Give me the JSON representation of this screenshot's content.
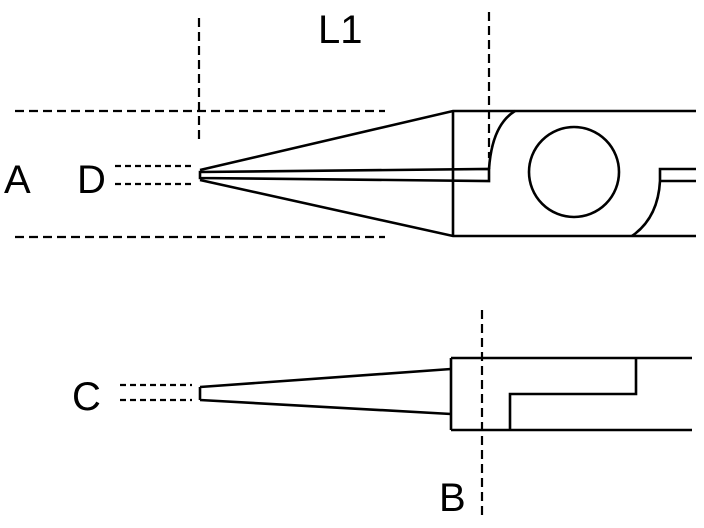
{
  "labels": {
    "L1": "L1",
    "A": "A",
    "D": "D",
    "C": "C",
    "B": "B"
  },
  "colors": {
    "line": "#000000",
    "background": "#ffffff"
  }
}
